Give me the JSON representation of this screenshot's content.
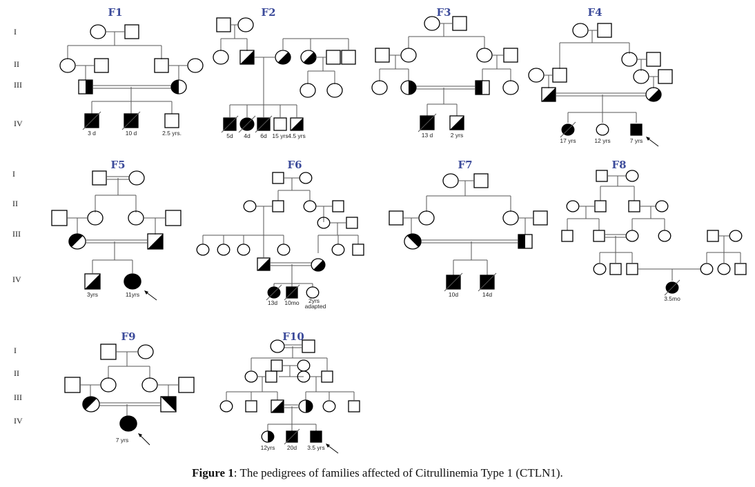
{
  "caption": {
    "prefix": "Figure 1",
    "text": ": The pedigrees of families affected of Citrullinemia Type 1 (CTLN1)."
  },
  "colors": {
    "family_label": "#3b4a9a",
    "line": "#555555",
    "symbol": "#000000"
  },
  "generation_labels": [
    "I",
    "II",
    "III",
    "IV"
  ],
  "legend_semantics": {
    "square": "male",
    "circle": "female",
    "filled": "affected",
    "half_filled": "carrier",
    "slash": "deceased",
    "arrow": "proband",
    "double_line": "consanguineous union"
  },
  "families": [
    {
      "id": "F1",
      "label": "F1",
      "affected_children": [
        {
          "sex": "male",
          "status": "affected",
          "deceased": true,
          "age": "3 d"
        },
        {
          "sex": "male",
          "status": "affected",
          "deceased": true,
          "age": "10 d"
        },
        {
          "sex": "male",
          "status": "unaffected",
          "deceased": false,
          "age": "2.5 yrs."
        }
      ]
    },
    {
      "id": "F2",
      "label": "F2",
      "affected_children": [
        {
          "sex": "male",
          "status": "affected",
          "deceased": true,
          "age": "5d"
        },
        {
          "sex": "female",
          "status": "affected",
          "deceased": true,
          "age": "4d"
        },
        {
          "sex": "male",
          "status": "affected",
          "deceased": true,
          "age": "6d"
        },
        {
          "sex": "male",
          "status": "unaffected",
          "deceased": false,
          "age": "15 yrs"
        },
        {
          "sex": "male",
          "status": "carrier",
          "deceased": false,
          "age": "4.5 yrs"
        }
      ]
    },
    {
      "id": "F3",
      "label": "F3",
      "affected_children": [
        {
          "sex": "male",
          "status": "affected",
          "deceased": true,
          "age": "13 d"
        },
        {
          "sex": "male",
          "status": "carrier",
          "deceased": false,
          "age": "2 yrs"
        }
      ]
    },
    {
      "id": "F4",
      "label": "F4",
      "affected_children": [
        {
          "sex": "female",
          "status": "affected",
          "deceased": true,
          "age": "17 yrs"
        },
        {
          "sex": "female",
          "status": "unaffected",
          "deceased": false,
          "age": "12 yrs"
        },
        {
          "sex": "male",
          "status": "affected",
          "deceased": false,
          "proband": true,
          "age": "7 yrs"
        }
      ]
    },
    {
      "id": "F5",
      "label": "F5",
      "affected_children": [
        {
          "sex": "male",
          "status": "carrier",
          "deceased": false,
          "age": "3yrs"
        },
        {
          "sex": "female",
          "status": "affected",
          "deceased": false,
          "proband": true,
          "age": "11yrs"
        }
      ]
    },
    {
      "id": "F6",
      "label": "F6",
      "affected_children": [
        {
          "sex": "female",
          "status": "affected",
          "deceased": true,
          "age": "13d"
        },
        {
          "sex": "male",
          "status": "affected",
          "deceased": true,
          "age": "10mo"
        },
        {
          "sex": "female",
          "status": "unaffected",
          "deceased": false,
          "age": "2yrs adapted"
        }
      ]
    },
    {
      "id": "F7",
      "label": "F7",
      "affected_children": [
        {
          "sex": "male",
          "status": "affected",
          "deceased": true,
          "age": "10d"
        },
        {
          "sex": "male",
          "status": "affected",
          "deceased": true,
          "age": "14d"
        }
      ]
    },
    {
      "id": "F8",
      "label": "F8",
      "affected_children": [
        {
          "sex": "female",
          "status": "affected",
          "deceased": true,
          "age": "3.5mo"
        }
      ]
    },
    {
      "id": "F9",
      "label": "F9",
      "affected_children": [
        {
          "sex": "female",
          "status": "affected",
          "deceased": false,
          "proband": true,
          "age": "7 yrs"
        }
      ]
    },
    {
      "id": "F10",
      "label": "F10",
      "affected_children": [
        {
          "sex": "female",
          "status": "carrier",
          "deceased": false,
          "age": "12yrs"
        },
        {
          "sex": "male",
          "status": "affected",
          "deceased": true,
          "age": "20d"
        },
        {
          "sex": "male",
          "status": "affected",
          "deceased": false,
          "proband": true,
          "age": "3.5 yrs"
        }
      ]
    }
  ]
}
